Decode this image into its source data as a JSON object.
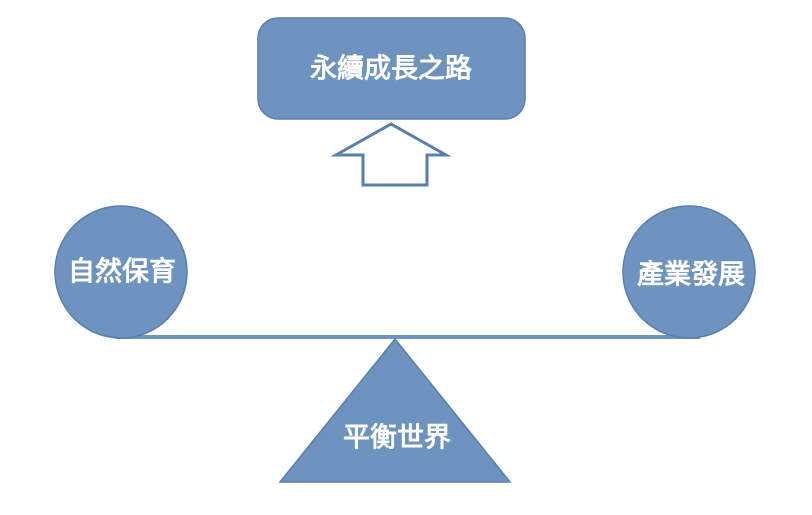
{
  "diagram": {
    "goal_label": "永續成長之路",
    "left_weight_label": "自然保育",
    "right_weight_label": "產業發展",
    "fulcrum_label": "平衡世界"
  },
  "colors": {
    "fill": "#6f93bf",
    "stroke": "#5a7fac",
    "text": "#ffffff",
    "background": "#ffffff"
  }
}
